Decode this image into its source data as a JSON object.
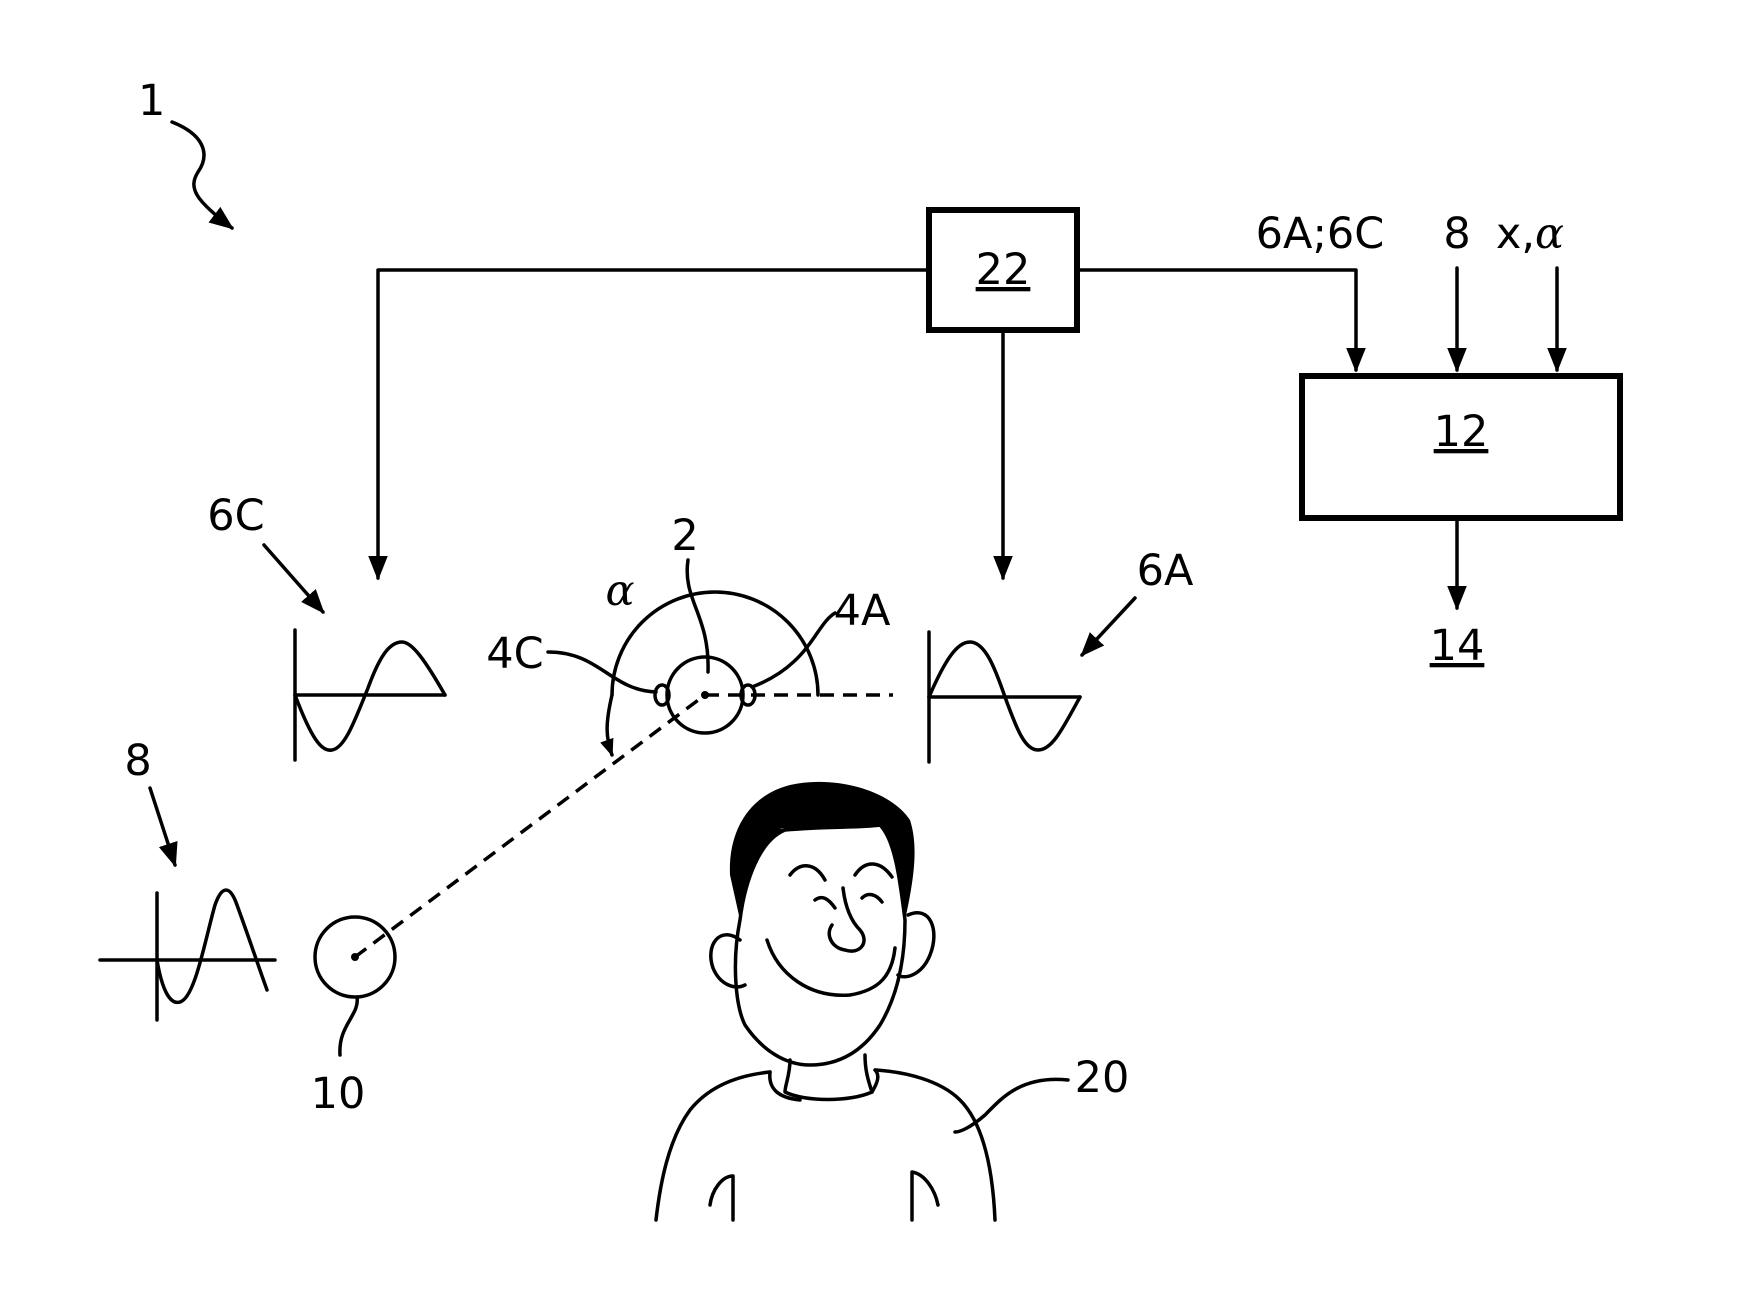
{
  "figure": {
    "system_label": "1",
    "box_22_label": "22",
    "box_12_label": "12",
    "output_label": "14",
    "input_6a_6c_label": "6A;6C",
    "input_8_label": "8",
    "input_x_alpha_prefix": "x,",
    "alpha_symbol": "α",
    "wave_6c_label": "6C",
    "wave_6a_label": "6A",
    "wave_8_label": "8",
    "device_label": "2",
    "mic_4a_label": "4A",
    "mic_4c_label": "4C",
    "angle_label": "α",
    "source_label": "10",
    "person_label": "20"
  }
}
